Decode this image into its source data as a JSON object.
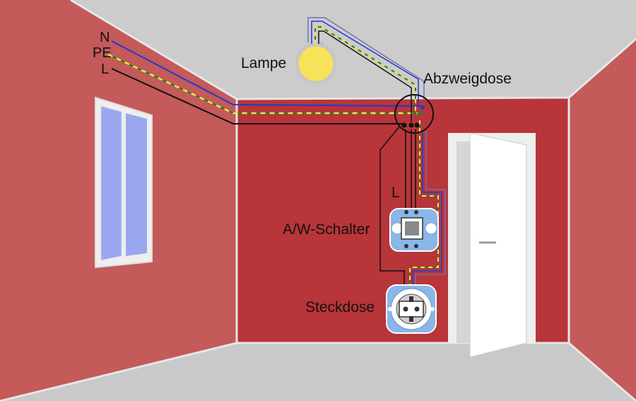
{
  "labels": {
    "lamp": "Lampe",
    "junction_box": "Abzweigdose",
    "switch": "A/W-Schalter",
    "socket": "Steckdose",
    "wire_l_switch": "L",
    "incoming_n": "N",
    "incoming_pe": "PE",
    "incoming_l": "L"
  },
  "colors": {
    "ceiling": "#cccccc",
    "floor": "#c9c9c9",
    "side_wall": "#c45a5a",
    "back_wall": "#b8353a",
    "wire_neutral": "#1f3bd1",
    "wire_pe_green": "#2f7a2f",
    "wire_pe_yellow": "#f2e24a",
    "wire_live": "#111111",
    "cable_sheath": "#7a6fb0",
    "lamp_bulb": "#f7e25a",
    "device_blue": "#8ab6e8"
  }
}
